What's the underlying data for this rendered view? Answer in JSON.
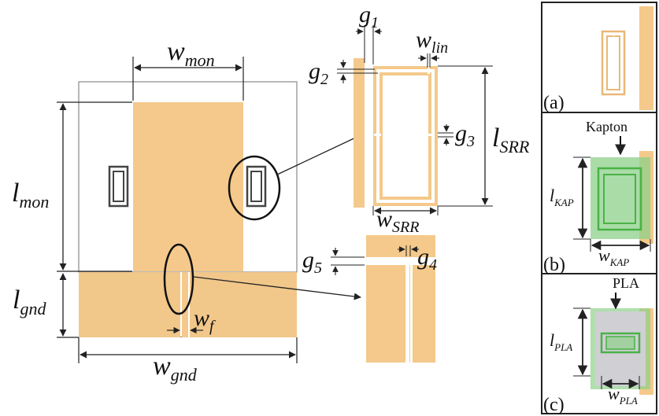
{
  "colors": {
    "copper": "#f4c98b",
    "ground_fill": "#f1c78a",
    "line": "#222222",
    "outline": "#9a9a9a",
    "kapton": "#8ed08a",
    "kapton_inner": "#49b246",
    "pla": "#cfcfd4",
    "pla_border": "#8ed08a"
  },
  "labels": {
    "w_mon": {
      "base": "w",
      "sub": "mon"
    },
    "l_mon": {
      "base": "l",
      "sub": "mon"
    },
    "l_gnd": {
      "base": "l",
      "sub": "gnd"
    },
    "w_gnd": {
      "base": "w",
      "sub": "gnd"
    },
    "w_f": {
      "base": "w",
      "sub": "f"
    },
    "g1": {
      "base": "g",
      "sub": "1"
    },
    "g2": {
      "base": "g",
      "sub": "2"
    },
    "g3": {
      "base": "g",
      "sub": "3"
    },
    "g4": {
      "base": "g",
      "sub": "4"
    },
    "g5": {
      "base": "g",
      "sub": "5"
    },
    "w_lin": {
      "base": "w",
      "sub": "lin"
    },
    "l_SRR": {
      "base": "l",
      "sub": "SRR"
    },
    "w_SRR": {
      "base": "w",
      "sub": "SRR"
    },
    "l_KAP": {
      "base": "l",
      "sub": "KAP"
    },
    "w_KAP": {
      "base": "w",
      "sub": "KAP"
    },
    "l_PLA": {
      "base": "l",
      "sub": "PLA"
    },
    "w_PLA": {
      "base": "w",
      "sub": "PLA"
    }
  },
  "panels": {
    "a": "(a)",
    "b": "(b)",
    "c": "(c)",
    "kapton": "Kapton",
    "pla": "PLA"
  }
}
